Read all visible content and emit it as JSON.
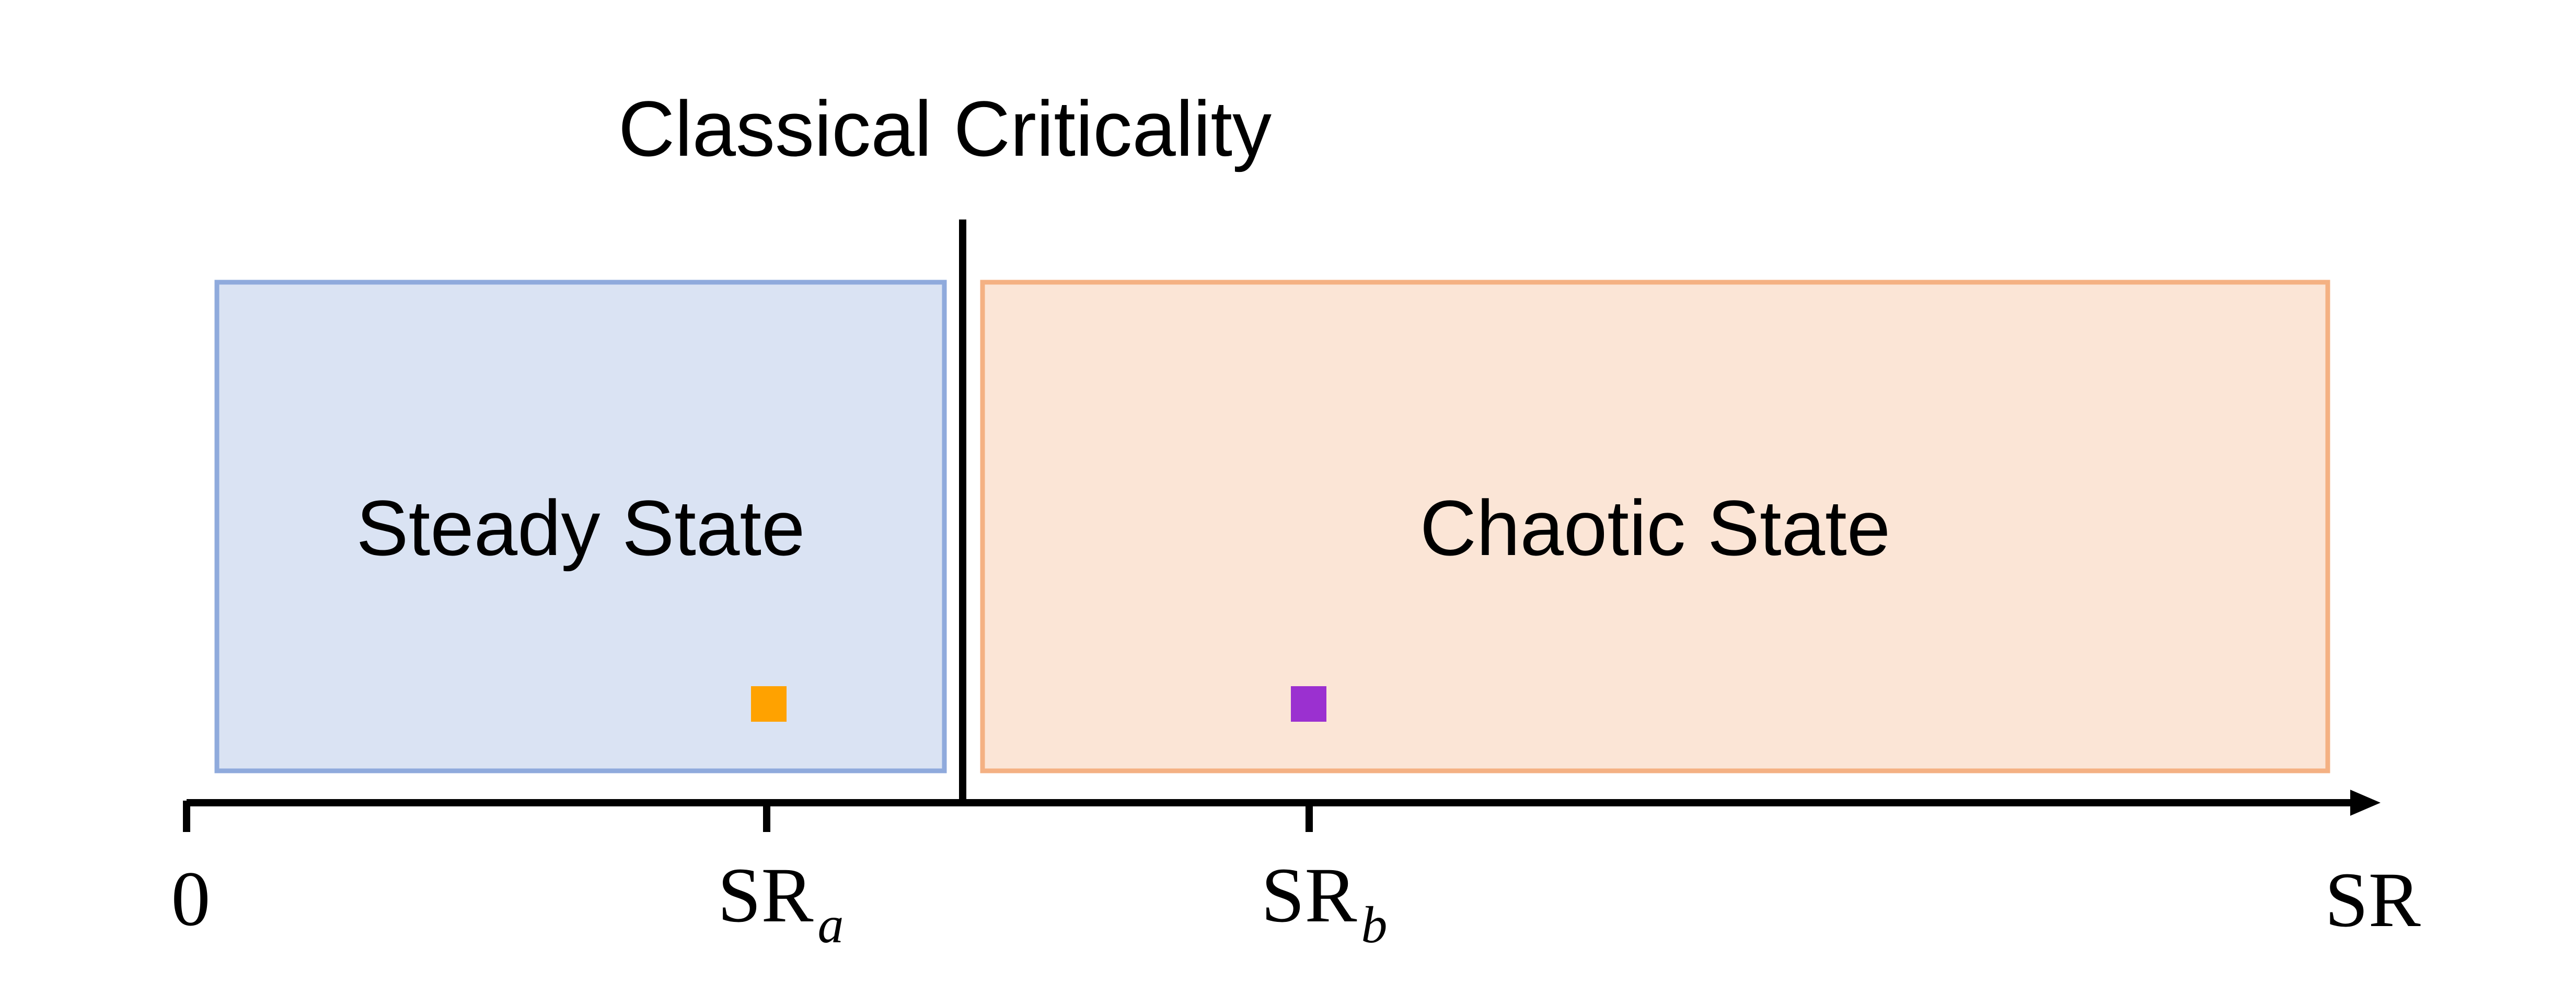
{
  "title": "Classical Criticality",
  "regions": {
    "steady": {
      "label": "Steady State",
      "fill": "#dae3f3",
      "stroke": "#8faadc"
    },
    "chaotic": {
      "label": "Chaotic State",
      "fill": "#fbe5d6",
      "stroke": "#f4b183"
    }
  },
  "markers": {
    "a": {
      "color": "#ffa200"
    },
    "b": {
      "color": "#9b30d0"
    }
  },
  "axis": {
    "origin_label": "0",
    "tick_a": {
      "base": "SR",
      "sub": "a"
    },
    "tick_b": {
      "base": "SR",
      "sub": "b"
    },
    "end_label": "SR"
  },
  "colors": {
    "line": "#000000",
    "text": "#000000"
  }
}
